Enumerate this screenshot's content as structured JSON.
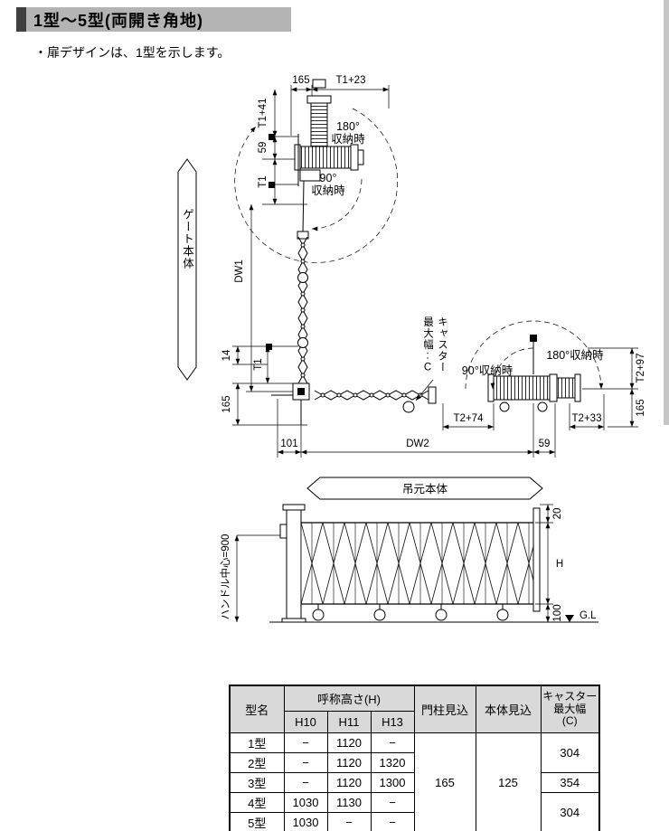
{
  "colors": {
    "title_bar_bg": "#b4b4b4",
    "title_accent": "#404040",
    "table_header_bg": "#d9d9d9"
  },
  "header": {
    "title": "1型〜5型(両開き角地)",
    "note": "・扉デザインは、1型を示します。"
  },
  "plan": {
    "gate_body": "ゲート本体",
    "hinge_body": "吊元本体",
    "dims": {
      "d165_top": "165",
      "t1p23": "T1+23",
      "t1p41": "T1+41",
      "d59_top": "59",
      "t1_top": "T1",
      "dw1": "DW1",
      "d14": "14",
      "t1_bottom": "T1",
      "d165_left": "165",
      "d101": "101",
      "dw2": "DW2",
      "d59_bottom": "59",
      "t2p74": "T2+74",
      "t2p33": "T2+33",
      "t2p97": "T2+97",
      "d165_right": "165"
    },
    "labels": {
      "stow180_top_l1": "180°",
      "stow180_top_l2": "収納時",
      "stow90_top_l1": "90°",
      "stow90_top_l2": "収納時",
      "stow90_right": "90°収納時",
      "stow180_right": "180°収納時",
      "caster_l1": "キャスター",
      "caster_l2": "最大幅:C"
    }
  },
  "elevation": {
    "handle_center": "ハンドル中心=900",
    "d20": "20",
    "h": "H",
    "d100": "100",
    "gl": "G.L"
  },
  "table": {
    "headers": {
      "model": "型名",
      "height_group": "呼称高さ(H)",
      "h10": "H10",
      "h11": "H11",
      "h13": "H13",
      "pillar": "門柱見込",
      "body": "本体見込",
      "caster_l1": "キャスター",
      "caster_l2": "最大幅",
      "caster_l3": "(C)"
    },
    "rows": [
      {
        "name": "1型",
        "h10": "−",
        "h11": "1120",
        "h13": "−"
      },
      {
        "name": "2型",
        "h10": "−",
        "h11": "1120",
        "h13": "1320"
      },
      {
        "name": "3型",
        "h10": "−",
        "h11": "1120",
        "h13": "1300"
      },
      {
        "name": "4型",
        "h10": "1030",
        "h11": "1130",
        "h13": "−"
      },
      {
        "name": "5型",
        "h10": "1030",
        "h11": "−",
        "h13": "−"
      }
    ],
    "pillar_value": "165",
    "body_value": "125",
    "caster_values": [
      "304",
      "354",
      "304"
    ]
  }
}
